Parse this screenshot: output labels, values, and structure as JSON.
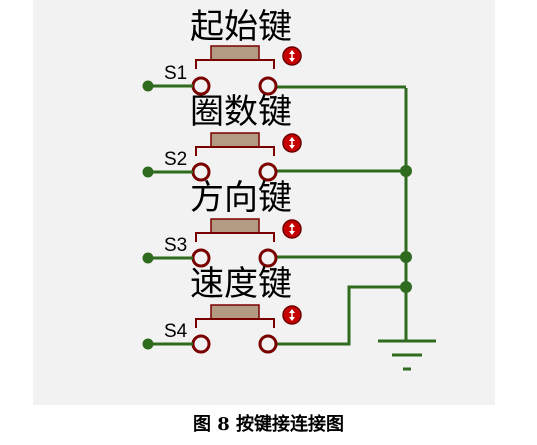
{
  "diagram": {
    "buttons": [
      {
        "id": "S1",
        "label": "起始键"
      },
      {
        "id": "S2",
        "label": "圈数键"
      },
      {
        "id": "S3",
        "label": "方向键"
      },
      {
        "id": "S4",
        "label": "速度键"
      }
    ],
    "caption": "图 8  按键接连接图",
    "colors": {
      "wire": "#2f6b1f",
      "button_body": "#b39a82",
      "button_outline": "#7a0000",
      "terminal": "#7a0000",
      "indicator": "#c40000",
      "background": "#f2f2f2"
    },
    "icons": [
      "push-button-symbol",
      "ground-symbol",
      "probe-indicator-icon"
    ]
  }
}
